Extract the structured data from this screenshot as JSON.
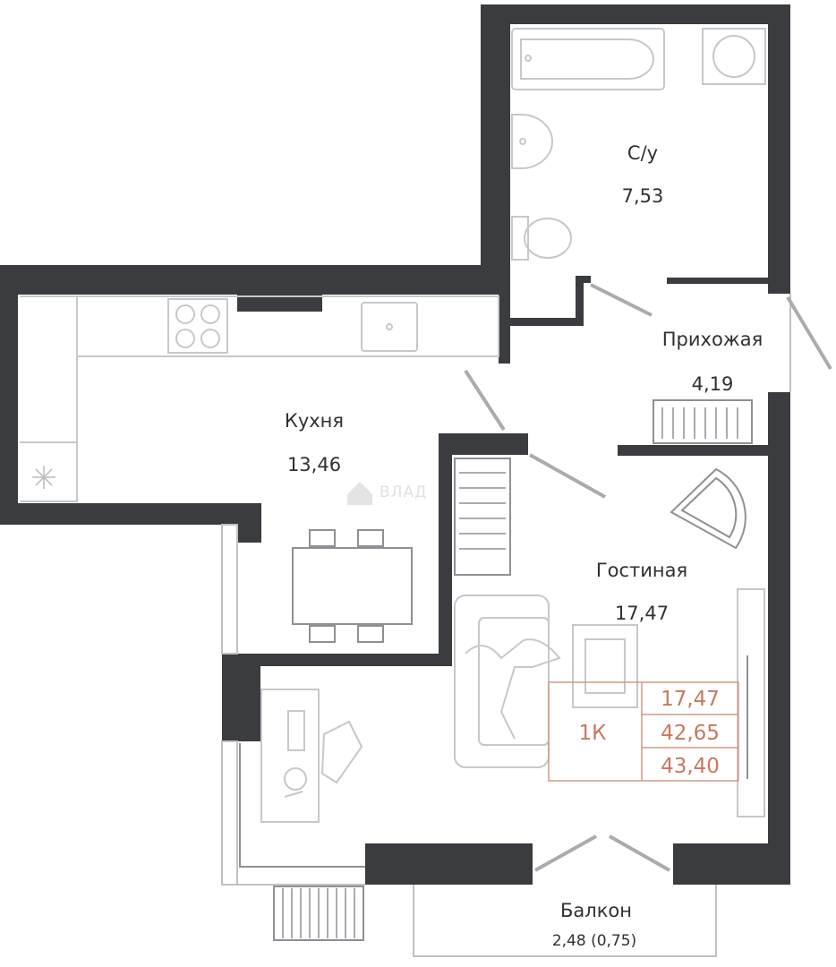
{
  "rooms": {
    "bathroom": {
      "label": "С/у",
      "area": "7,53"
    },
    "hallway": {
      "label": "Прихожая",
      "area": "4,19"
    },
    "kitchen": {
      "label": "Кухня",
      "area": "13,46"
    },
    "living": {
      "label": "Гостиная",
      "area": "17,47"
    },
    "balcony": {
      "label": "Балкон",
      "area": "2,48 (0,75)"
    }
  },
  "summary": {
    "apartment_type": "1К",
    "living_area": "17,47",
    "total_area": "42,65",
    "total_with_balcony": "43,40"
  },
  "watermark": "ВЛАД",
  "colors": {
    "wall": "#3a3c40",
    "accent": "#c8795f",
    "fixture": "#c6c8cb"
  }
}
